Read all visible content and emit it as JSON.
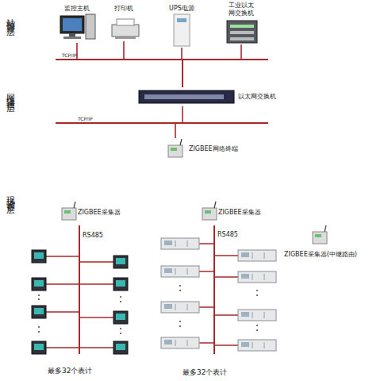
{
  "diagram": {
    "nodes": [
      {
        "text": [
          "监控主机"
        ]
      },
      {
        "text": [
          "打印机"
        ]
      },
      {
        "text": [
          "UPS电源"
        ]
      },
      {
        "text": [
          "工业以太 网交换机"
        ]
      },
      {
        "text": [
          "以太网交换机"
        ]
      },
      {
        "text": [
          "ZIGBEE网络终端"
        ]
      },
      {
        "text": [
          "ZIGBEE采集器"
        ]
      },
      {
        "text": [
          "ZIGBEE采集器"
        ]
      },
      {
        "text": [
          "ZIGBEE采集器(中继路由)"
        ]
      }
    ],
    "edges": [
      {
        "from": 0,
        "to": 4,
        "arrow": "none"
      },
      {
        "from": 1,
        "to": 4,
        "arrow": "none"
      },
      {
        "from": 2,
        "to": 4,
        "arrow": "none"
      },
      {
        "from": 3,
        "to": 4,
        "arrow": "none"
      },
      {
        "from": 4,
        "to": 5,
        "arrow": "none"
      }
    ],
    "labels": [
      "站控管理层",
      "网络通信层",
      "现场设备层",
      "TCP/IP",
      "TCP/IP",
      "RS485",
      "RS485",
      "最多32个表计",
      "最多32个表计"
    ]
  }
}
